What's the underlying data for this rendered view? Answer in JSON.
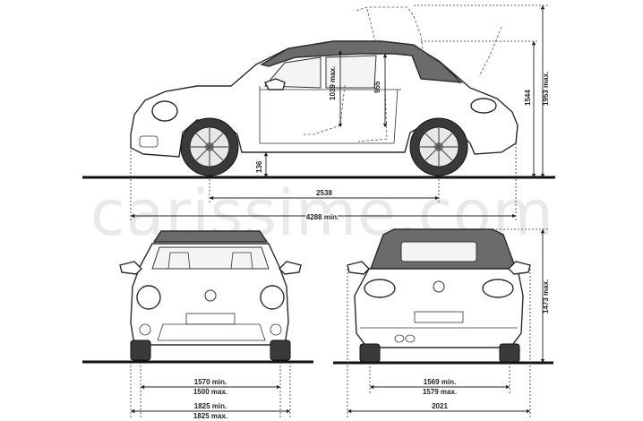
{
  "watermark": "carissime.com",
  "side_view": {
    "opening_height": "1039 max.",
    "seat_height": "955",
    "ground_clearance": "136",
    "wheelbase": "2538",
    "length": "4288 min.",
    "height": "1544",
    "height_open": "1953 max."
  },
  "front_view": {
    "track_min": "1570 min.",
    "track_max": "1500 max.",
    "width_min": "1825 min.",
    "width_max": "1825 max."
  },
  "rear_view": {
    "track_min": "1569 min.",
    "track_max": "1579 max.",
    "width": "2021",
    "height": "1473 max."
  }
}
